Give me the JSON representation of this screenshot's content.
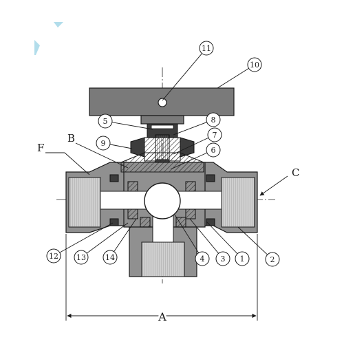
{
  "drawing": {
    "callouts": [
      {
        "id": "1",
        "label": "1"
      },
      {
        "id": "2",
        "label": "2"
      },
      {
        "id": "3",
        "label": "3"
      },
      {
        "id": "4",
        "label": "4"
      },
      {
        "id": "5",
        "label": "5"
      },
      {
        "id": "6",
        "label": "6"
      },
      {
        "id": "7",
        "label": "7"
      },
      {
        "id": "8",
        "label": "8"
      },
      {
        "id": "9",
        "label": "9"
      },
      {
        "id": "10",
        "label": "10"
      },
      {
        "id": "11",
        "label": "11"
      },
      {
        "id": "12",
        "label": "12"
      },
      {
        "id": "13",
        "label": "13"
      },
      {
        "id": "14",
        "label": "14"
      }
    ],
    "letters": {
      "A": "A",
      "B": "B",
      "C": "C",
      "F": "F"
    },
    "colors": {
      "handle": "#7a7a7a",
      "body": "#909090",
      "stem_dark": "#3c3c3c",
      "outline": "#1a1a1a",
      "port": "#cfcfcf",
      "watermark": "#9fd4e6"
    }
  }
}
